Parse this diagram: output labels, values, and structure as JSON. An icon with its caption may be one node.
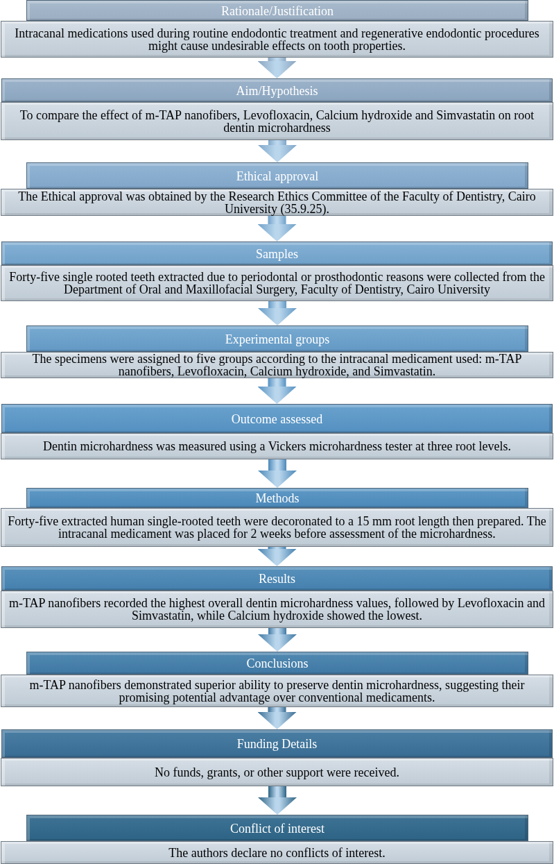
{
  "diagram": {
    "nodes": [
      {
        "text": [
          "Rationale/Justification"
        ]
      },
      {
        "text": [
          "Intracanal medications used during routine endodontic treatment and regenerative endodontic procedures might cause undesirable effects on tooth properties."
        ]
      },
      {
        "text": [
          "Aim/Hypothesis"
        ]
      },
      {
        "text": [
          "To compare the effect of m-TAP nanofibers, Levofloxacin, Calcium hydroxide and Simvastatin on root dentin microhardness"
        ]
      },
      {
        "text": [
          "Ethical approval"
        ]
      },
      {
        "text": [
          "The Ethical approval was obtained by the Research Ethics Committee of the Faculty of Dentistry, Cairo University (35.9.25)."
        ]
      },
      {
        "text": [
          "Samples"
        ]
      },
      {
        "text": [
          "Forty-five single rooted teeth extracted due to periodontal or prosthodontic reasons were collected from the Department of Oral and Maxillofacial Surgery, Faculty of Dentistry, Cairo University"
        ]
      },
      {
        "text": [
          "Experimental groups"
        ]
      },
      {
        "text": [
          "The specimens were assigned to five groups according to the intracanal medicament used: m-TAP nanofibers, Levofloxacin, Calcium hydroxide, and Simvastatin."
        ]
      },
      {
        "text": [
          "Outcome assessed"
        ]
      },
      {
        "text": [
          "Dentin microhardness was measured using a Vickers microhardness tester at three root levels."
        ]
      },
      {
        "text": [
          "Methods"
        ]
      },
      {
        "text": [
          "Forty-five extracted human single-rooted teeth were decoronated to a 15 mm root length then prepared. The intracanal medicament was placed for 2 weeks before assessment of the microhardness."
        ]
      },
      {
        "text": [
          "Results"
        ]
      },
      {
        "text": [
          "m-TAP nanofibers recorded the highest overall dentin microhardness values, followed by Levofloxacin and Simvastatin, while Calcium hydroxide showed the lowest."
        ]
      },
      {
        "text": [
          "Conclusions"
        ]
      },
      {
        "text": [
          "m-TAP nanofibers demonstrated superior ability to preserve dentin microhardness, suggesting their promising potential advantage over conventional medicaments."
        ]
      },
      {
        "text": [
          "Funding Details"
        ]
      },
      {
        "text": [
          "No funds, grants, or other support were received."
        ]
      },
      {
        "text": [
          "Conflict of interest"
        ]
      },
      {
        "text": [
          "The authors declare no conflicts of interest."
        ]
      }
    ],
    "edges": [
      {
        "from": 1,
        "to": 2,
        "arrow": "to"
      },
      {
        "from": 3,
        "to": 4,
        "arrow": "to"
      },
      {
        "from": 5,
        "to": 6,
        "arrow": "to"
      },
      {
        "from": 7,
        "to": 8,
        "arrow": "to"
      },
      {
        "from": 9,
        "to": 10,
        "arrow": "to"
      },
      {
        "from": 11,
        "to": 12,
        "arrow": "to"
      },
      {
        "from": 13,
        "to": 14,
        "arrow": "to"
      },
      {
        "from": 15,
        "to": 16,
        "arrow": "to"
      },
      {
        "from": 17,
        "to": 18,
        "arrow": "to"
      },
      {
        "from": 19,
        "to": 20,
        "arrow": "to"
      }
    ]
  }
}
